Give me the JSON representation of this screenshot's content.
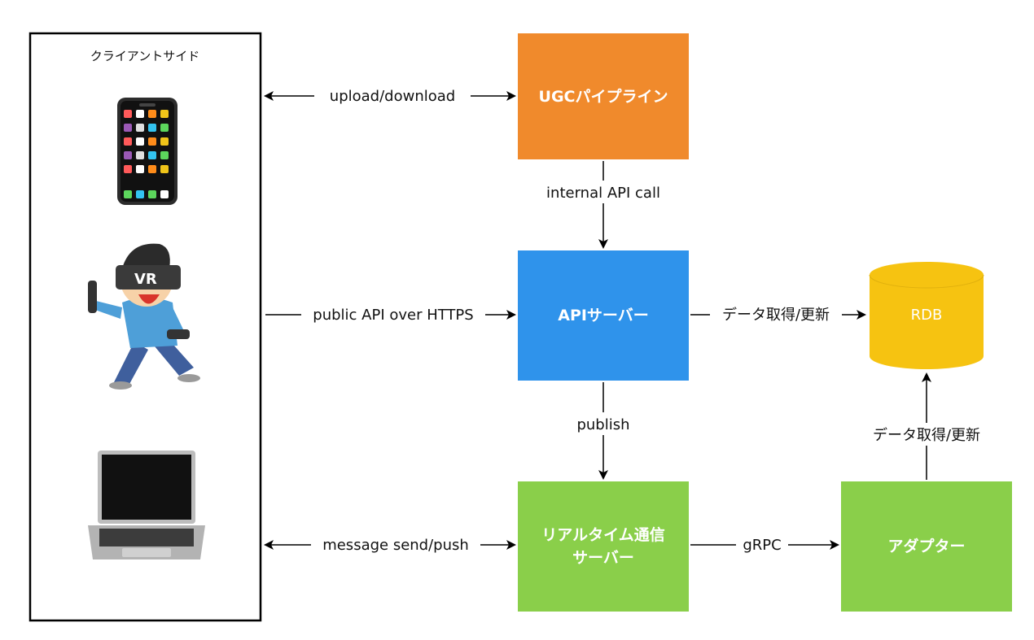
{
  "client_side": {
    "title": "クライアントサイド",
    "devices": [
      "smartphone-icon",
      "vr-user-icon",
      "laptop-icon"
    ]
  },
  "nodes": {
    "ugc_pipeline": {
      "label": "UGCパイプライン",
      "color": "#F08A2C"
    },
    "api_server": {
      "label": "APIサーバー",
      "color": "#2F93EB"
    },
    "realtime_server": {
      "label_line1": "リアルタイム通信",
      "label_line2": "サーバー",
      "color": "#8ACF4A"
    },
    "adapter": {
      "label": "アダプター",
      "color": "#8ACF4A"
    },
    "rdb": {
      "label": "RDB",
      "color": "#F6C311"
    }
  },
  "edges": {
    "upload_download": "upload/download",
    "internal_api_call": "internal API call",
    "public_api": "public API over HTTPS",
    "data_update_api": "データ取得/更新",
    "publish": "publish",
    "message_send": "message send/push",
    "grpc": "gRPC",
    "data_update_adapter": "データ取得/更新"
  }
}
